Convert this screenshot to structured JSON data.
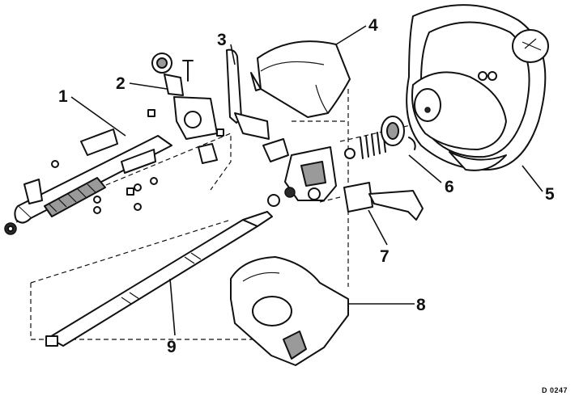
{
  "callouts": [
    {
      "id": "1",
      "label": "1"
    },
    {
      "id": "2",
      "label": "2"
    },
    {
      "id": "3",
      "label": "3"
    },
    {
      "id": "4",
      "label": "4"
    },
    {
      "id": "5",
      "label": "5"
    },
    {
      "id": "6",
      "label": "6"
    },
    {
      "id": "7",
      "label": "7"
    },
    {
      "id": "8",
      "label": "8"
    },
    {
      "id": "9",
      "label": "9"
    }
  ],
  "figure_code": "D 0247"
}
